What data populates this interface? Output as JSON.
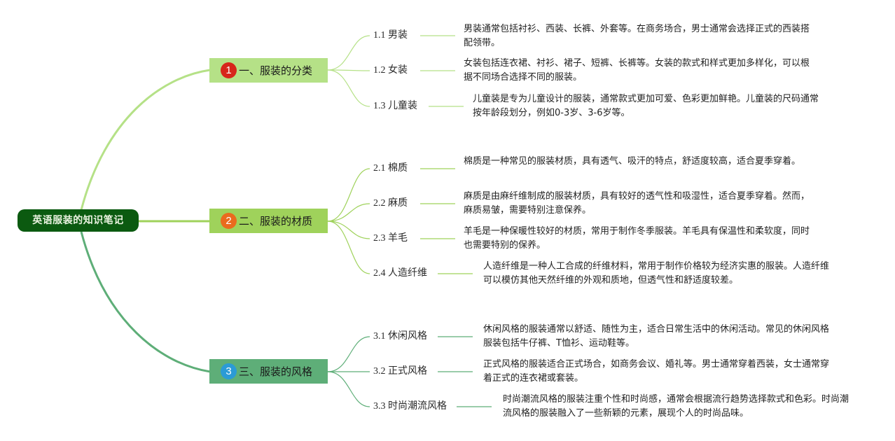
{
  "root": {
    "title": "英语服装的知识笔记"
  },
  "branches": [
    {
      "number": "1",
      "title": "一、服装的分类",
      "color": "#b5e187",
      "badge_color": "#d7261b",
      "leaves": [
        {
          "label": "1.1 男装",
          "text": "男装通常包括衬衫、西装、长裤、外套等。在商务场合，男士通常会选择正式的西装搭配领带。"
        },
        {
          "label": "1.2 女装",
          "text": "女装包括连衣裙、衬衫、裙子、短裤、长裤等。女装的款式和样式更加多样化，可以根据不同场合选择不同的服装。"
        },
        {
          "label": "1.3 儿童装",
          "text": "儿童装是专为儿童设计的服装，通常款式更加可爱、色彩更加鲜艳。儿童装的尺码通常按年龄段划分，例如0-3岁、3-6岁等。"
        }
      ]
    },
    {
      "number": "2",
      "title": "二、服装的材质",
      "color": "#9fd25b",
      "badge_color": "#ea6b1e",
      "leaves": [
        {
          "label": "2.1 棉质",
          "text": "棉质是一种常见的服装材质，具有透气、吸汗的特点，舒适度较高，适合夏季穿着。"
        },
        {
          "label": "2.2 麻质",
          "text": "麻质是由麻纤维制成的服装材质，具有较好的透气性和吸湿性，适合夏季穿着。然而，麻质易皱，需要特别注意保养。"
        },
        {
          "label": "2.3 羊毛",
          "text": "羊毛是一种保暖性较好的材质，常用于制作冬季服装。羊毛具有保温性和柔软度，同时也需要特别的保养。"
        },
        {
          "label": "2.4 人造纤维",
          "text": "人造纤维是一种人工合成的纤维材料，常用于制作价格较为经济实惠的服装。人造纤维可以模仿其他天然纤维的外观和质地，但透气性和舒适度较差。"
        }
      ]
    },
    {
      "number": "3",
      "title": "三、服装的风格",
      "color": "#5eae78",
      "badge_color": "#2b9bd6",
      "leaves": [
        {
          "label": "3.1 休闲风格",
          "text": "休闲风格的服装通常以舒适、随性为主，适合日常生活中的休闲活动。常见的休闲风格服装包括牛仔裤、T恤衫、运动鞋等。"
        },
        {
          "label": "3.2 正式风格",
          "text": "正式风格的服装适合正式场合，如商务会议、婚礼等。男士通常穿着西装，女士通常穿着正式的连衣裙或套装。"
        },
        {
          "label": "3.3 时尚潮流风格",
          "text": "时尚潮流风格的服装注重个性和时尚感，通常会根据流行趋势选择款式和色彩。时尚潮流风格的服装融入了一些新颖的元素，展现个人的时尚品味。"
        }
      ]
    }
  ]
}
